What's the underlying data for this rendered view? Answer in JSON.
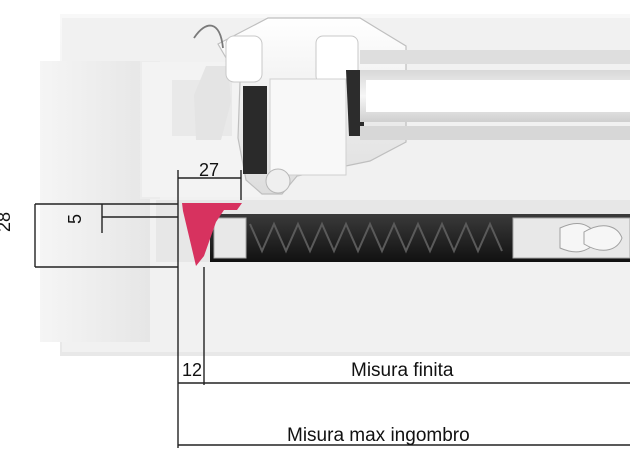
{
  "diagram": {
    "dimensions": {
      "width_27": "27",
      "height_28": "28",
      "height_5": "5",
      "offset_12": "12"
    },
    "labels": {
      "misura_finita": "Misura finita",
      "misura_max_ingombro": "Misura max ingombro"
    },
    "colors": {
      "dimension_line": "#222222",
      "highlight_profile": "#d7325f",
      "frame_light": "#f2f2f2",
      "frame_shadow": "#d5d5d5",
      "insulation_dark": "#1e1e1e",
      "spring_line": "#5a5a5a"
    }
  }
}
